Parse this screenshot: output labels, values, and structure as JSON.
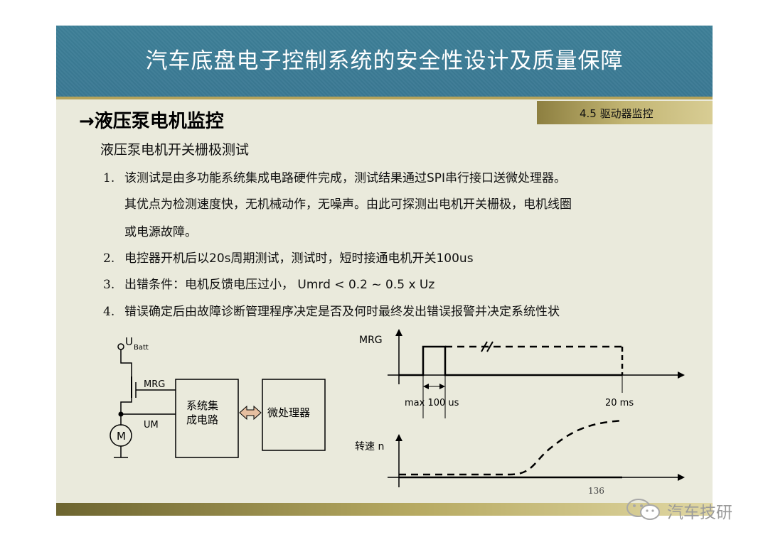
{
  "slide": {
    "title": "汽车底盘电子控制系统的安全性设计及质量保障",
    "section_tag": "4.5 驱动器监控",
    "heading": "→液压泵电机监控",
    "subheading": "液压泵电机开关栅极测试",
    "items": [
      {
        "num": "1.",
        "lines": [
          "该测试是由多功能系统集成电路硬件完成，测试结果通过SPI串行接口送微处理器。",
          "其优点为检测速度快，无机械动作，无噪声。由此可探测出电机开关栅极，电机线圈",
          "或电源故障。"
        ]
      },
      {
        "num": "2.",
        "lines": [
          "电控器开机后以20s周期测试，测试时，短时接通电机开关100us"
        ]
      },
      {
        "num": "3.",
        "lines": [
          "出错条件：电机反馈电压过小，  Umrd  < 0.2 ~ 0.5 x Uz"
        ]
      },
      {
        "num": "4.",
        "lines": [
          "错误确定后由故障诊断管理程序决定是否及何时最终发出错误报警并决定系统性状"
        ]
      }
    ],
    "page_number": "136"
  },
  "circuit": {
    "supply_label": "U",
    "supply_sub": "Batt",
    "mrg_label": "MRG",
    "um_label": "UM",
    "motor_label": "M",
    "ic_label_line1": "系统集",
    "ic_label_line2": "成电路",
    "mcu_label": "微处理器"
  },
  "timing": {
    "top_label": "MRG",
    "max_label": "max 100 us",
    "period_label": "20 ms",
    "bottom_label": "转速 n"
  },
  "watermark": {
    "text": "汽车技研"
  },
  "colors": {
    "title_bar": "#3d7f97",
    "gold": "#b5a35a",
    "slide_bg": "#eaeadc",
    "arrow_fill": "#e6bfa0"
  }
}
